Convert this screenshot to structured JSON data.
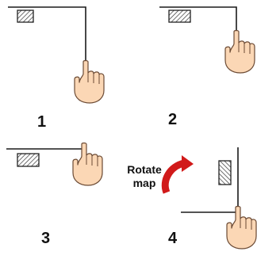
{
  "steps": [
    {
      "number": "1"
    },
    {
      "number": "2"
    },
    {
      "number": "3"
    },
    {
      "number": "4"
    }
  ],
  "rotate_label": {
    "line1": "Rotate",
    "line2": "map"
  },
  "colors": {
    "line": "#1a1a1a",
    "hatch_fill": "#ffffff",
    "skin": "#fbd7b5",
    "skin_outline": "#6b4a34",
    "arrow": "#d11a1a"
  },
  "icons": [
    "map-square-icon",
    "pointing-hand-icon",
    "rotate-arrow-icon"
  ]
}
